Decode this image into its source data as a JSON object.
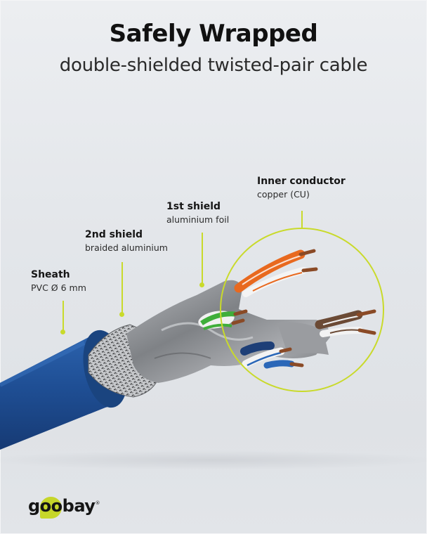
{
  "header": {
    "title": "Safely Wrapped",
    "subtitle": "double-shielded twisted-pair cable"
  },
  "callouts": [
    {
      "id": "sheath",
      "title": "Sheath",
      "detail": "PVC Ø 6 mm"
    },
    {
      "id": "second-shield",
      "title": "2nd shield",
      "detail": "braided aluminium"
    },
    {
      "id": "first-shield",
      "title": "1st shield",
      "detail": "aluminium foil"
    },
    {
      "id": "inner-conductor",
      "title": "Inner conductor",
      "detail": "copper (CU)"
    }
  ],
  "brand": {
    "logo_text": "goobay",
    "registered_mark": "®"
  },
  "colors": {
    "accent": "#c9da2b",
    "sheath_blue": "#1f4f95",
    "pair_orange": "#e8691f",
    "pair_green": "#3fae3a",
    "pair_brown": "#6b4a35",
    "pair_blue": "#2a67b8",
    "copper": "#8a4a26",
    "foil_gray": "#8e9094"
  },
  "illustration": {
    "subject": "cable-cross-section",
    "wire_pairs": [
      "orange",
      "green",
      "brown",
      "blue"
    ]
  }
}
